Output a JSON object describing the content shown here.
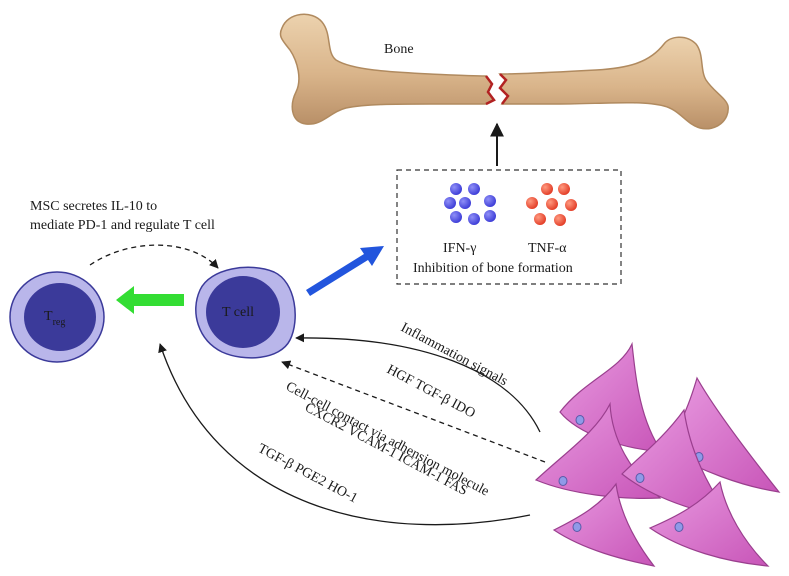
{
  "bone": {
    "label": "Bone"
  },
  "cytokine_box": {
    "ifn_label": "IFN-γ",
    "tnf_label": "TNF-α",
    "caption": "Inhibition of bone formation"
  },
  "msc_note": {
    "line1": "MSC secretes IL-10 to",
    "line2": "mediate PD-1 and regulate T cell"
  },
  "cells": {
    "treg_main": "T",
    "treg_sub": "reg",
    "tcell": "T cell"
  },
  "arrow_labels": {
    "inflammation": "Inflammation signals",
    "hgf": "HGF TGF-β IDO",
    "contact1": "Cell-cell contact via adhension molecule",
    "contact2": "CXCR2 VCAM-1 ICAM-1 FAS",
    "tgf": "TGF-β PGE2 HO-1"
  },
  "colors": {
    "bone_fill": "#d9b48a",
    "bone_edge": "#b08a5f",
    "fracture": "#b22222",
    "ifn_dots": "#4a4ae8",
    "tnf_dots": "#ee4433",
    "cell_outer": "#b9b6ea",
    "cell_inner": "#3b3a9a",
    "green_arrow": "#33dd33",
    "blue_arrow": "#2255dd",
    "msc_fill": "#d872c8",
    "msc_edge": "#9a3f8e",
    "msc_nucleus": "#8f9ae8"
  }
}
